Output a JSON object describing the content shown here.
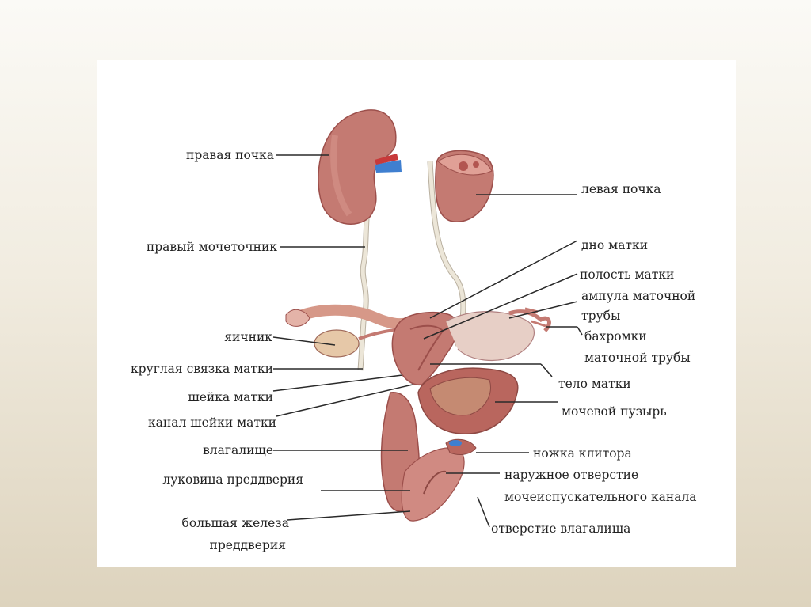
{
  "labels": {
    "right_kidney": "правая почка",
    "left_kidney": "левая почка",
    "right_ureter": "правый мочеточник",
    "uterus_fundus": "дно матки",
    "uterine_cavity": "полость матки",
    "tube_ampulla_1": "ампула маточной",
    "tube_ampulla_2": "трубы",
    "fimbriae_1": "бахромки",
    "fimbriae_2": "маточной трубы",
    "ovary": "яичник",
    "round_ligament": "круглая связка матки",
    "cervix": "шейка матки",
    "cervical_canal": "канал шейки матки",
    "uterus_body": "тело матки",
    "bladder": "мочевой пузырь",
    "vagina": "влагалище",
    "clitoris_crus": "ножка клитора",
    "vestibule_bulb": "луковица преддверия",
    "urethral_opening_1": "наружное отверстие",
    "urethral_opening_2": "мочеиспускательного канала",
    "greater_gland_1": "большая железа",
    "greater_gland_2": "преддверия",
    "vaginal_opening": "отверстие влагалища"
  },
  "colors": {
    "organ_fill": "#c47a72",
    "organ_dark": "#9c4f4b",
    "organ_light": "#e4b3a8",
    "ureter": "#ece6d8",
    "vessel_blue": "#3f7fd0",
    "leader_line": "#2a2a2a"
  }
}
